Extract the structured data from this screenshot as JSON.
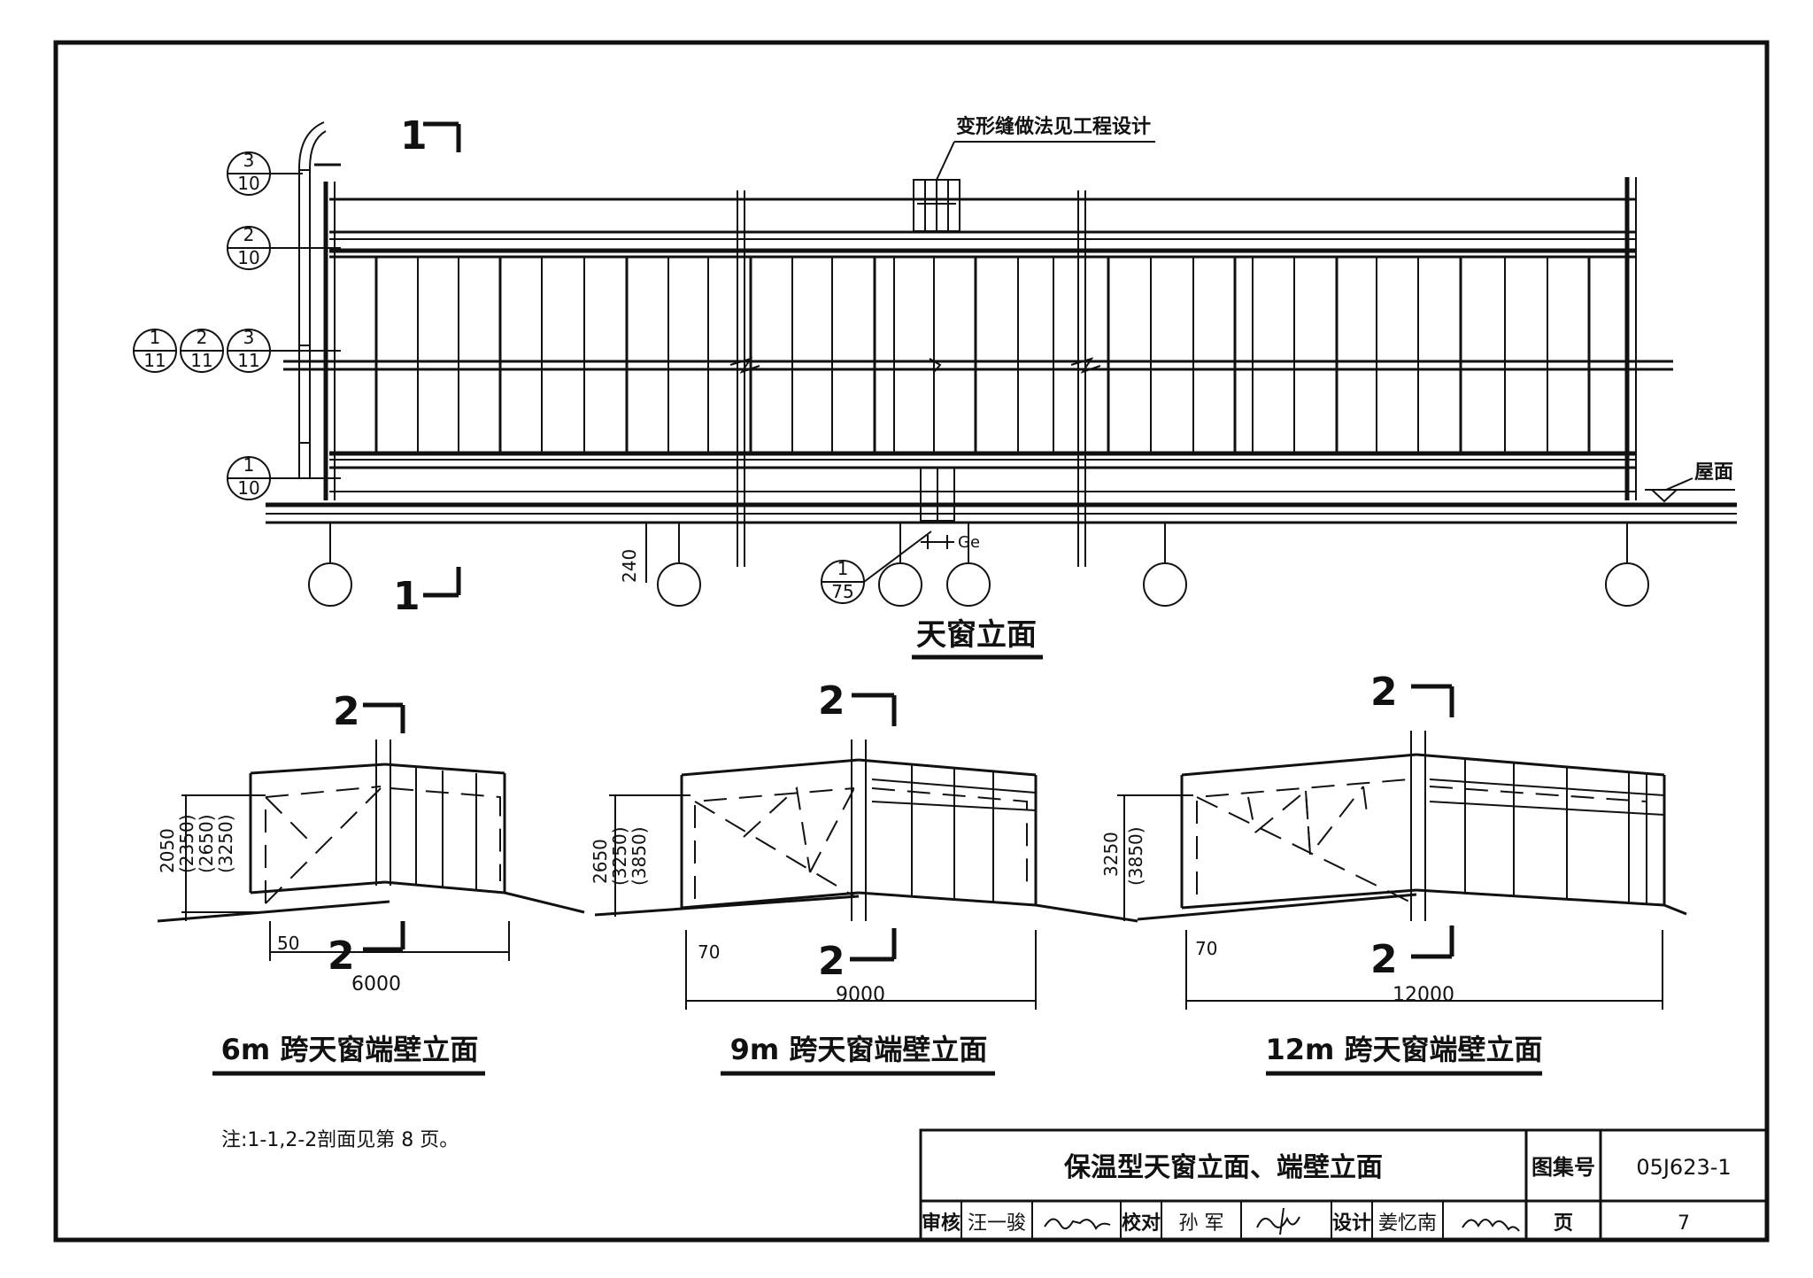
{
  "main_elevation": {
    "title": "天窗立面",
    "deformation_note": "变形缝做法见工程设计",
    "roof_label": "屋面",
    "dim_240": "240",
    "gap_label": "Ge",
    "section_1": "1",
    "details": [
      {
        "num": "3",
        "sheet": "10"
      },
      {
        "num": "2",
        "sheet": "10"
      },
      {
        "num": "1",
        "sheet": "11"
      },
      {
        "num": "2",
        "sheet": "11"
      },
      {
        "num": "3",
        "sheet": "11"
      },
      {
        "num": "1",
        "sheet": "10"
      },
      {
        "num": "1",
        "sheet": "75"
      }
    ]
  },
  "end_walls": [
    {
      "title": "6m 跨天窗端壁立面",
      "section": "2",
      "span": "6000",
      "offset": "50",
      "heights": [
        "2050",
        "(2350)",
        "(2650)",
        "(3250)"
      ]
    },
    {
      "title": "9m 跨天窗端壁立面",
      "section": "2",
      "span": "9000",
      "offset": "70",
      "heights": [
        "2650",
        "(3250)",
        "(3850)"
      ]
    },
    {
      "title": "12m 跨天窗端壁立面",
      "section": "2",
      "span": "12000",
      "offset": "70",
      "heights": [
        "3250",
        "(3850)"
      ]
    }
  ],
  "note": "注:1-1,2-2剖面见第 8 页。",
  "title_block": {
    "drawing_title": "保温型天窗立面、端壁立面",
    "atlas_label": "图集号",
    "atlas_number": "05J623-1",
    "review_label": "审核",
    "reviewer": "汪一骏",
    "check_label": "校对",
    "checker": "孙 军",
    "design_label": "设计",
    "designer": "姜忆南",
    "page_label": "页",
    "page_number": "7"
  }
}
